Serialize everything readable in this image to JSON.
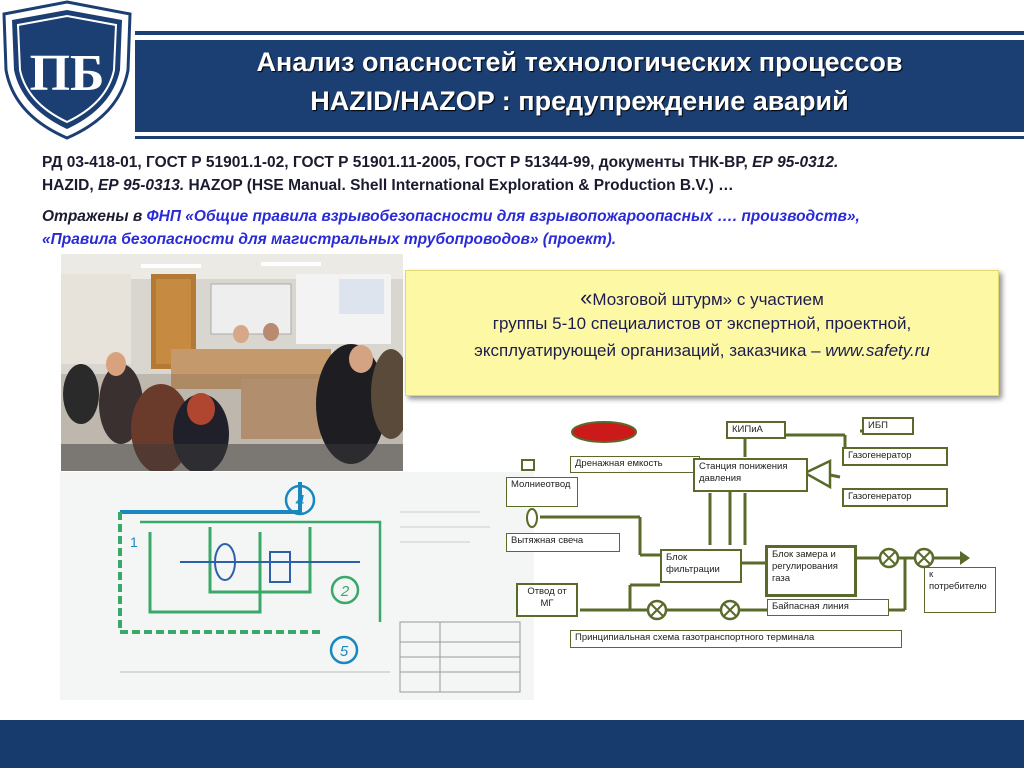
{
  "header": {
    "title_line1": "Анализ опасностей технологических процессов",
    "title_line2": "HAZID/HAZOP : предупреждение аварий",
    "logo_letters": "ПБ"
  },
  "docs": {
    "line1_normal": "РД 03-418-01,   ГОСТ Р 51901.1-02,   ГОСТ Р 51901.11-2005,   ГОСТ Р 51344-99, документы ТНК-ВР, ",
    "line1_italic": "ЕР 95-0312.",
    "line2_start": "HAZID, ",
    "line2_italic": "ЕР 95-0313.",
    "line2_end": " HAZOP (HSE Manual. Shell International Exploration & Production B.V.) …"
  },
  "reference": {
    "prefix": "Отражены в ",
    "line1_blue": "ФНП «Общие правила взрывобезопасности для взрывопожароопасных …. производств»,",
    "line2_blue": "«Правила безопасности для магистральных трубопроводов» (проект)."
  },
  "note": {
    "open_quote": "«",
    "line1": "Мозговой штурм» с участием",
    "line2": "группы 5-10 специалистов от экспертной, проектной,",
    "line3": "эксплуатирующей организаций, заказчика – ",
    "link": "www.safety.ru"
  },
  "schema": {
    "kipia": "КИПиА",
    "ibp": "ИБП",
    "gasgen1": "Газогенератор",
    "gasgen2": "Газогенератор",
    "drain": "Дренажная емкость",
    "station": "Станция понижения давления",
    "lightning": "Молниеотвод",
    "vent": "Вытяжная свеча",
    "filter": "Блок фильтрации",
    "metering": "Блок замера и регулирования газа",
    "consumer": "к потребителю",
    "branch": "Отвод от МГ",
    "bypass": "Байпасная линия",
    "caption": "Принципиальная схема газотранспортного терминала"
  },
  "blueprint": {
    "marker1": "1",
    "marker2": "2",
    "marker4": "4",
    "marker5": "5"
  }
}
